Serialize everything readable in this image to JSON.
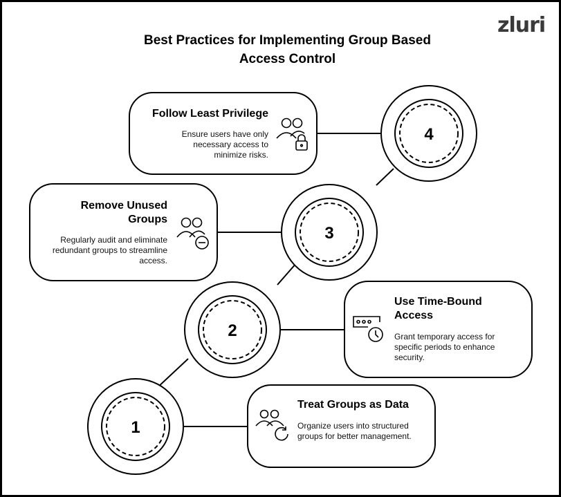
{
  "title_line1": "Best Practices for Implementing Group Based",
  "title_line2": "Access Control",
  "logo": "zluri",
  "steps": [
    {
      "number": "1",
      "title": "Treat Groups as Data",
      "description": "Organize users into structured groups for better management.",
      "icon": "users-refresh-icon"
    },
    {
      "number": "2",
      "title": "Use Time-Bound Access",
      "description": "Grant temporary access for specific periods to enhance security.",
      "icon": "password-clock-icon"
    },
    {
      "number": "3",
      "title": "Remove Unused Groups",
      "description": "Regularly audit and eliminate redundant groups to streamline access.",
      "icon": "users-minus-icon"
    },
    {
      "number": "4",
      "title": "Follow Least Privilege",
      "description": "Ensure users have only necessary access to minimize risks.",
      "icon": "users-lock-icon"
    }
  ]
}
